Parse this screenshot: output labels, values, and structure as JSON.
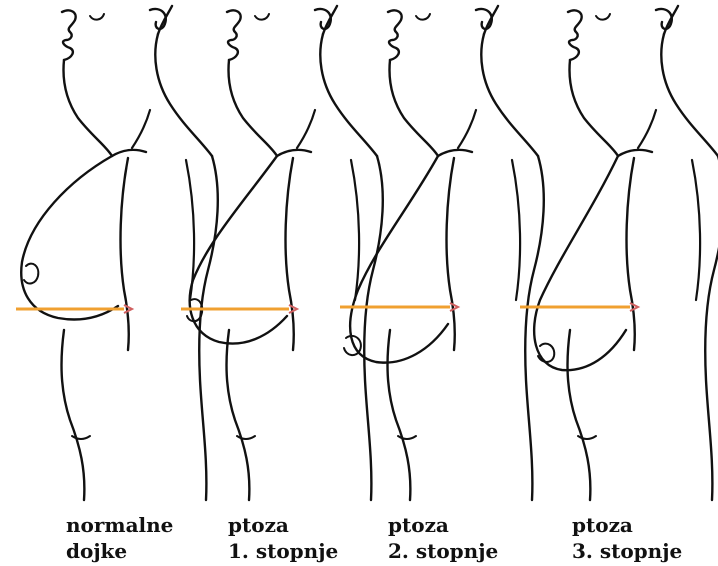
{
  "colors": {
    "line": "#111111",
    "inframammary_line": "#f0a030",
    "arrow": "#d06060",
    "background": "#ffffff"
  },
  "panels": [
    {
      "label_line1": "normalne",
      "label_line2": "dojke"
    },
    {
      "label_line1": "ptoza",
      "label_line2": "1. stopnje"
    },
    {
      "label_line1": "ptoza",
      "label_line2": "2. stopnje"
    },
    {
      "label_line1": "ptoza",
      "label_line2": "3. stopnje"
    }
  ]
}
